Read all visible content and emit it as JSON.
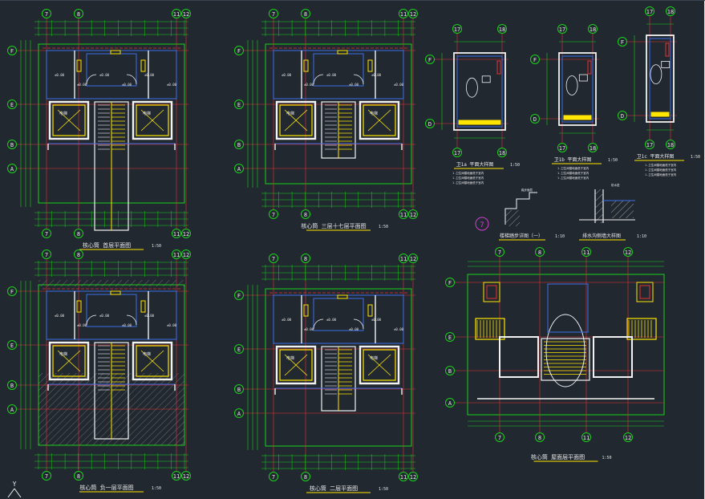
{
  "colors": {
    "background": "#212830",
    "grid_bubble": "#19d219",
    "dimension": "#19d219",
    "wall": "#f2f2f2",
    "wall_alt": "#36e0ff",
    "blue_line": "#3a6fe8",
    "yellow_stair": "#ffe600",
    "red_axis": "#e63232",
    "text_white": "#e8e8e8",
    "magenta": "#d040d0"
  },
  "axis_labels": {
    "columns": [
      "7",
      "8",
      "11",
      "12"
    ],
    "rows": [
      "F",
      "E",
      "B",
      "A"
    ]
  },
  "plans": [
    {
      "id": "plan-basement",
      "title": "核心筒 首层平面图",
      "scale": "1:50",
      "column_bubbles": [
        "7",
        "8",
        "11",
        "12"
      ]
    },
    {
      "id": "plan-typical",
      "title": "核心筒 三层十七层平面图",
      "scale": "1:50",
      "column_bubbles": [
        "7",
        "8",
        "11",
        "12"
      ]
    },
    {
      "id": "plan-minus1",
      "title": "核心筒 负一层平面图",
      "scale": "1:50",
      "column_bubbles": [
        "7",
        "8",
        "11",
        "12"
      ]
    },
    {
      "id": "plan-second",
      "title": "核心筒 二层平面图",
      "scale": "1:50",
      "column_bubbles": [
        "7",
        "8",
        "11",
        "12"
      ]
    },
    {
      "id": "plan-roof",
      "title": "核心筒 屋面层平面图",
      "scale": "1:50",
      "column_bubbles": []
    }
  ],
  "details": [
    {
      "id": "toilet-a",
      "title": "卫1a 平面大样图",
      "scale": "1:50"
    },
    {
      "id": "toilet-b",
      "title": "卫1b 平面大样图",
      "scale": "1:50"
    },
    {
      "id": "toilet-c",
      "title": "卫1c 平面大样图",
      "scale": "1:50"
    },
    {
      "id": "stair-detail",
      "title": "楼梯踏步详图（一）",
      "scale": "1:10"
    },
    {
      "id": "slope-detail",
      "title": "排水沟侧墙大样图",
      "scale": "1:10"
    }
  ],
  "detail_marker": "7",
  "ucs_icon": "Y"
}
